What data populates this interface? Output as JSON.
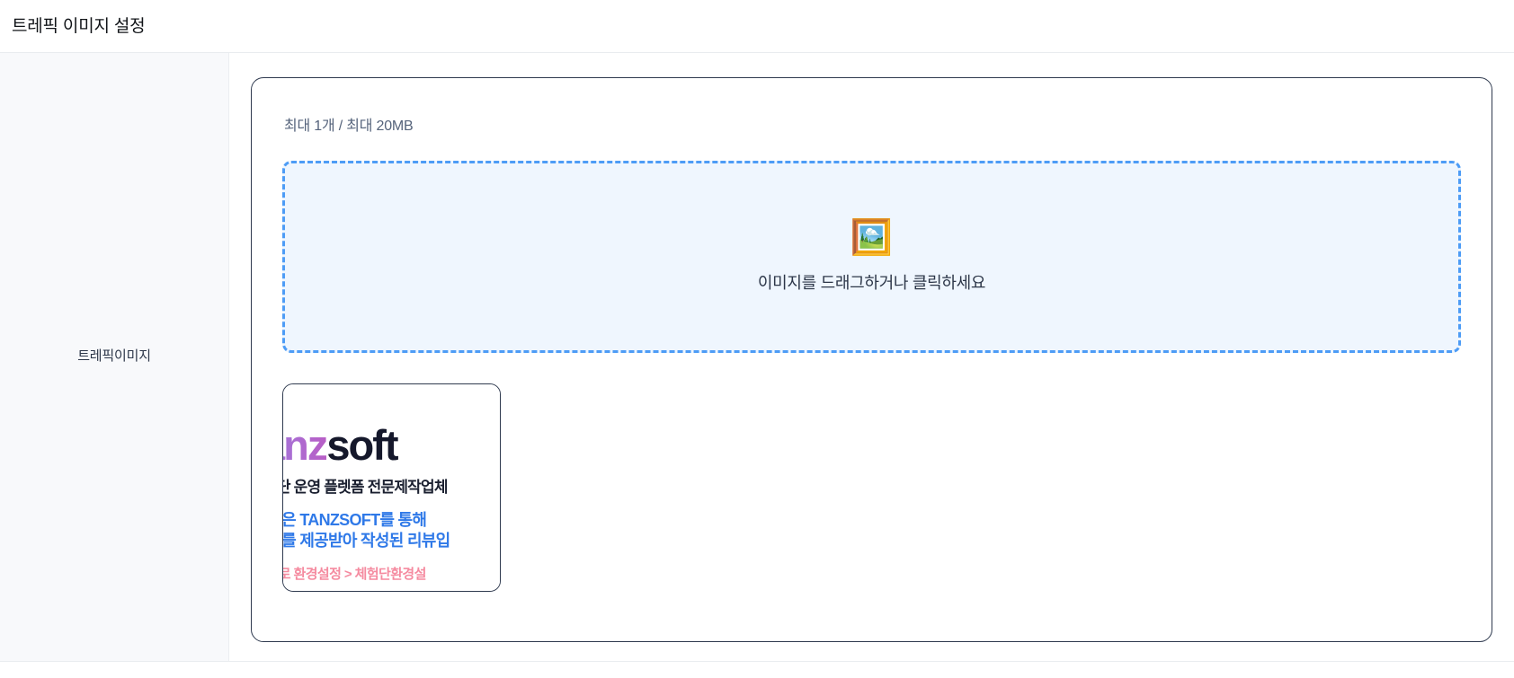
{
  "header": {
    "title": "트레픽 이미지 설정"
  },
  "field_row": {
    "label": "트레픽이미지"
  },
  "uploader": {
    "limits_text": "최대 1개 / 최대 20MB",
    "dropzone": {
      "icon": "framed-picture-icon",
      "icon_glyph": "🖼️",
      "text": "이미지를 드래그하거나 클릭하세요"
    },
    "thumbnail": {
      "alt": "tanzsoft 배너 이미지",
      "logo_part1": "anz",
      "logo_part2": "soft",
      "tagline": "험단 운영 플렛폼 전문제작업체",
      "notice_line1": "l글은 TANZSOFT를 통해",
      "notice_line2": "l스를 제공받아 작성된 리뷰입",
      "footer_line": "l지로 환경설정 > 체험단환경설"
    }
  },
  "colors": {
    "dropzone_border": "#4d9cf6",
    "dropzone_fill": "#eff6fe",
    "card_border": "#2f3a4f",
    "sidebar_bg": "#f8f9fb",
    "title_text": "#111418",
    "muted_text": "#55637b",
    "logo_purple": "#a96fd4",
    "logo_dark": "#15182b",
    "notice_blue": "#2f79e8",
    "footer_pink": "#f58ba0"
  }
}
